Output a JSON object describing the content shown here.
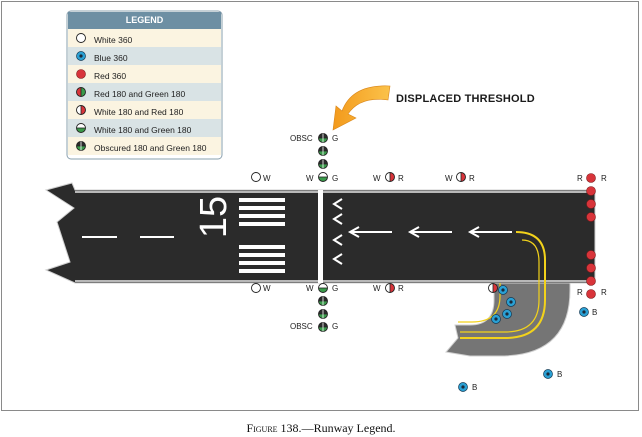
{
  "legend": {
    "title": "LEGEND",
    "items": [
      {
        "label": "White 360",
        "icon": "white-light-icon"
      },
      {
        "label": "Blue 360",
        "icon": "blue-light-icon"
      },
      {
        "label": "Red 360",
        "icon": "red-light-icon"
      },
      {
        "label": "Red 180 and Green 180",
        "icon": "red-green-light-icon"
      },
      {
        "label": "White 180 and Red 180",
        "icon": "white-red-light-icon"
      },
      {
        "label": "White 180 and Green 180",
        "icon": "white-green-light-icon"
      },
      {
        "label": "Obscured 180 and Green 180",
        "icon": "obscured-green-light-icon"
      }
    ]
  },
  "annotation": "DISPLACED THRESHOLD",
  "runway_number": "15",
  "labels": {
    "w": "W",
    "g": "G",
    "r": "R",
    "b": "B",
    "obsc": "OBSC"
  },
  "caption": {
    "figure": "Figure 138.",
    "title": "—Runway Legend."
  },
  "colors": {
    "red": "#d8343a",
    "blue": "#2aa0d4",
    "green": "#3a9a4a",
    "runway": "#2b2b2b",
    "arrow_orange": "#f5a623",
    "taxi_line": "#f2d21b"
  }
}
